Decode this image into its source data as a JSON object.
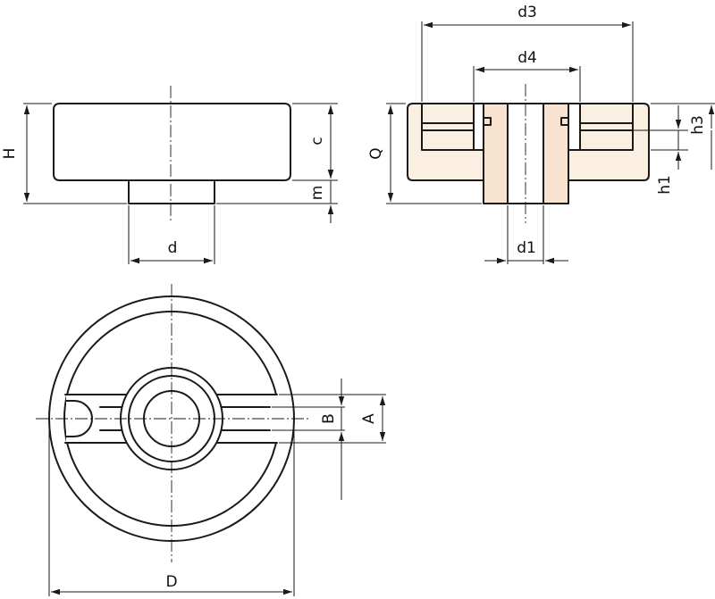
{
  "colors": {
    "line": "#1a1a1a",
    "insert_fill": "#f7e3cf",
    "body_fill": "#fbefe2",
    "background": "#ffffff"
  },
  "labels": {
    "H": "H",
    "c": "c",
    "m": "m",
    "d": "d",
    "d3": "d3",
    "d4": "d4",
    "Q": "Q",
    "h3": "h3",
    "h1": "h1",
    "d1": "d1",
    "B": "B",
    "A": "A",
    "D": "D"
  }
}
